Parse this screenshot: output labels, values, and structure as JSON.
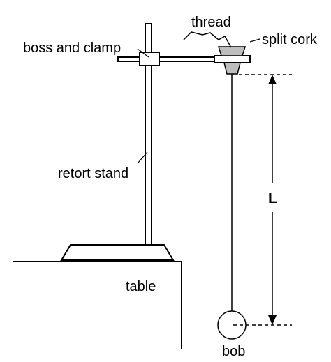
{
  "labels": {
    "thread": "thread",
    "split_cork": "split cork",
    "boss_and_clamp": "boss and clamp",
    "retort_stand": "retort stand",
    "length": "L",
    "table": "table",
    "bob": "bob"
  },
  "colors": {
    "line": "#000000",
    "cork_fill": "#bdbdbd",
    "background": "#ffffff"
  }
}
